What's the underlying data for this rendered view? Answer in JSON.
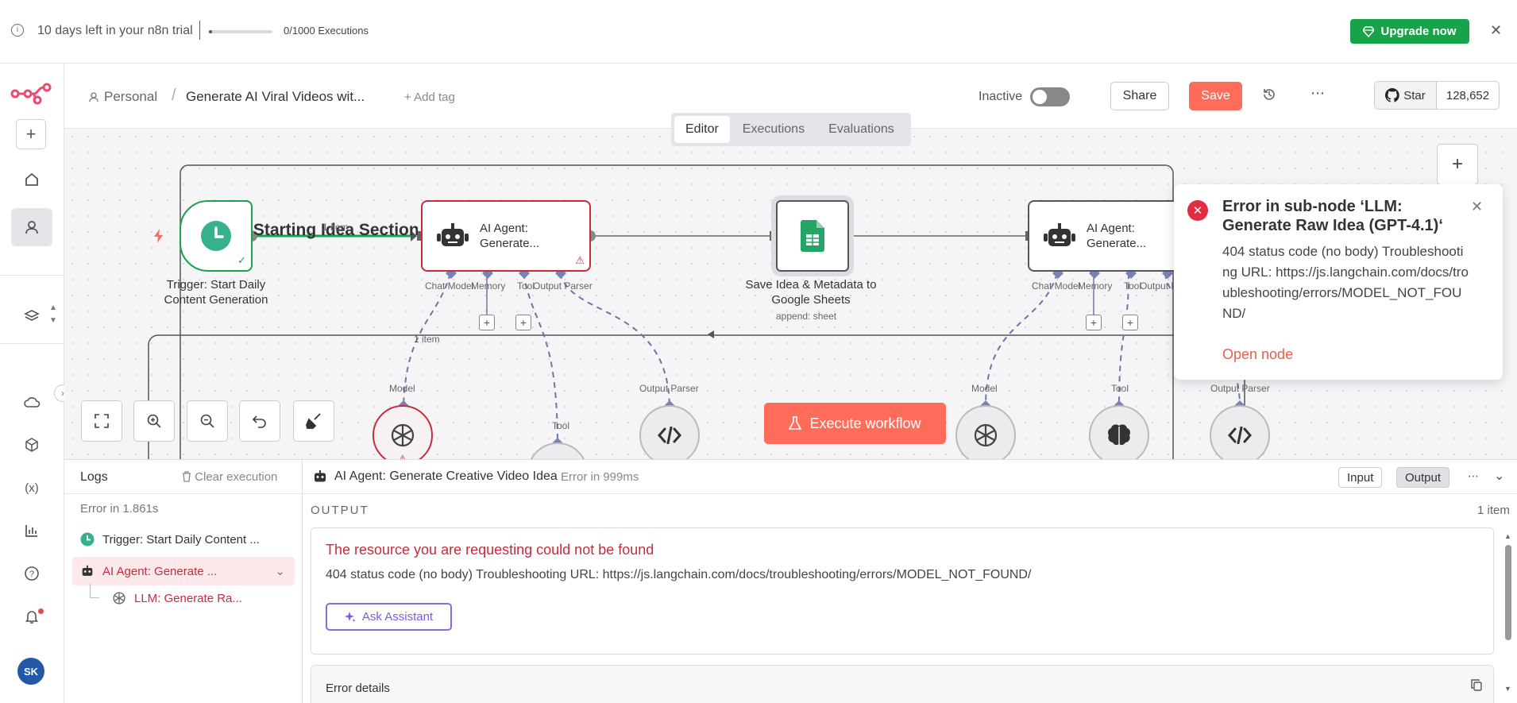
{
  "banner": {
    "trial_text": "10 days left in your n8n trial",
    "executions_text": "0/1000 Executions",
    "executions_progress": 0.0,
    "upgrade_label": "Upgrade now"
  },
  "header": {
    "project": "Personal",
    "workflow_name": "Generate AI Viral Videos wit...",
    "add_tag": "+ Add tag",
    "status_label": "Inactive",
    "share_label": "Share",
    "save_label": "Save",
    "github_star_label": "Star",
    "github_star_count": "128,652"
  },
  "tabs": [
    {
      "label": "Editor",
      "active": true
    },
    {
      "label": "Executions",
      "active": false
    },
    {
      "label": "Evaluations",
      "active": false
    }
  ],
  "canvas": {
    "sticky_title": ": Starting Idea Section",
    "nodes": {
      "trigger_label": "Trigger: Start Daily Content Generation",
      "agent1_title": "AI Agent: Generate...",
      "agent1_line1": "AI Agent:",
      "agent1_line2": "Generate...",
      "sheets_label": "Save Idea & Metadata to Google Sheets",
      "sheets_sub": "append: sheet",
      "agent2_line1": "AI Agent:",
      "agent2_line2": "Generate..."
    },
    "ports": {
      "chat_model": "Chat Model",
      "memory": "Memory",
      "tool": "Tool",
      "output_parser": "Output Parser",
      "model": "Model",
      "items_1": "1 item",
      "items_2": "1 item"
    },
    "execute_label": "Execute workflow"
  },
  "toast": {
    "title": "Error in sub-node ‘LLM: Generate Raw Idea (GPT-4.1)‘",
    "message": "404 status code (no body) Troubleshooting URL: https://js.langchain.com/docs/troubleshooting/errors/MODEL_NOT_FOUND/",
    "open_label": "Open node"
  },
  "logs": {
    "title": "Logs",
    "clear_label": "Clear execution",
    "summary": "Error in 1.861s",
    "rows": [
      {
        "label": "Trigger: Start Daily Content ..."
      },
      {
        "label": "AI Agent: Generate ..."
      },
      {
        "label": "LLM: Generate Ra..."
      }
    ]
  },
  "output": {
    "node_name": "AI Agent: Generate Creative Video Idea",
    "node_status": "Error in 999ms",
    "input_label": "Input",
    "output_label": "Output",
    "section_label": "OUTPUT",
    "items_count": "1 item",
    "error_heading": "The resource you are requesting could not be found",
    "error_detail": "404 status code (no body) Troubleshooting URL: https://js.langchain.com/docs/troubleshooting/errors/MODEL_NOT_FOUND/",
    "assistant_label": "Ask Assistant",
    "details_label": "Error details"
  },
  "user": {
    "initials": "SK"
  },
  "colors": {
    "accent": "#ff6d5a",
    "success": "#17a34a",
    "error": "#c62c3c",
    "brand_logo": "#ea4b71"
  }
}
